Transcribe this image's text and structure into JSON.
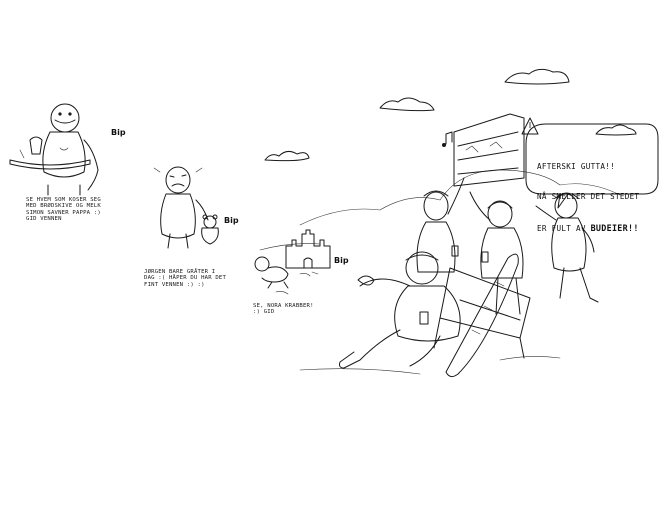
{
  "captions": {
    "simon": "SE HVEM SOM KOSER SEG\nMED BRØDSKIVE OG MELK\nSIMON SAVNER PAPPA :)\nGID VENNEN",
    "jorgen": "JØRGEN BARE GRÅTER I\nDAG :( HÅPER DU HAR DET\nFINT VENNEN :) :)",
    "nora": "SE, NORA KRABBER!\n:) GID"
  },
  "sounds": {
    "bip1": "Bip",
    "bip2": "Bip",
    "bip3": "Bip"
  },
  "speech": {
    "line1": "AFTERSKI GUTTA!!",
    "line2": "NÅ SMELLER DET STEDET",
    "line3_pre": "ER FULT AV ",
    "line3_bold": "BUDEIER!!"
  },
  "colors": {
    "ink": "#1a1a1a",
    "paper": "#ffffff"
  }
}
